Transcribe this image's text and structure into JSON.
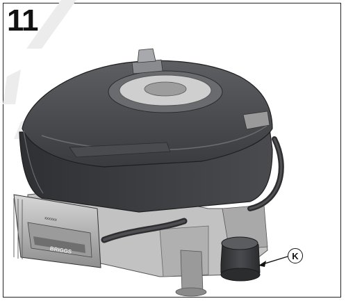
{
  "figure": {
    "number": "11",
    "callout_label": "K"
  },
  "engine": {
    "nameplate_text": "BRIGGS",
    "small_label_text": "xxxxxx"
  },
  "colors": {
    "frame": "#222222",
    "shroud_dark": "#3a3b3d",
    "shroud_mid": "#55575a",
    "metal_light": "#bdbdbd",
    "metal_mid": "#8d8d8d",
    "watermark": "#e6e6e6"
  }
}
